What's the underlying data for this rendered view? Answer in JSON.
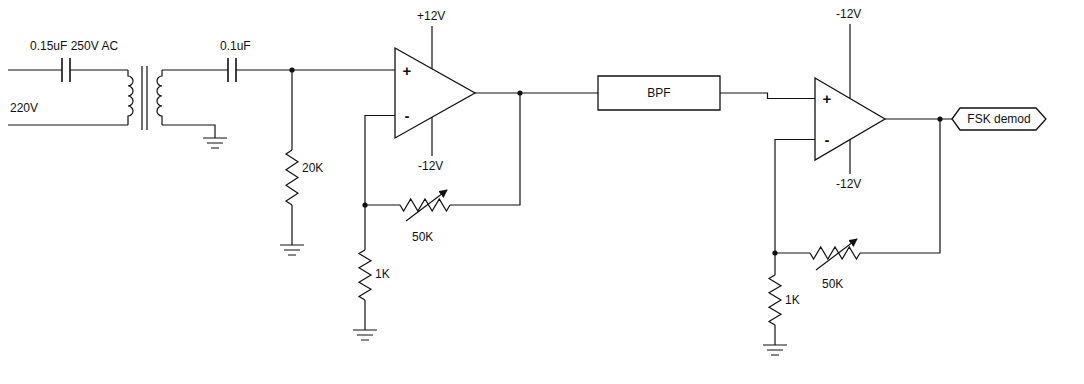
{
  "diagram": {
    "nodes": [
      {
        "text": [
          "+",
          "-"
        ]
      },
      {
        "text": [
          "BPF"
        ]
      },
      {
        "text": [
          "+",
          "-"
        ]
      },
      {
        "text": [
          "FSK demod"
        ]
      }
    ],
    "edges": [
      {
        "from": 0,
        "to": 1,
        "arrow": "none"
      },
      {
        "from": 1,
        "to": 2,
        "arrow": "none"
      },
      {
        "from": 2,
        "to": 3,
        "arrow": "none"
      }
    ],
    "labels": [
      "0.15uF 250V AC",
      "220V",
      "0.1uF",
      "20K",
      "+12V",
      "-12V",
      "50K",
      "1K",
      "-12V",
      "-12V",
      "50K",
      "1K"
    ]
  }
}
